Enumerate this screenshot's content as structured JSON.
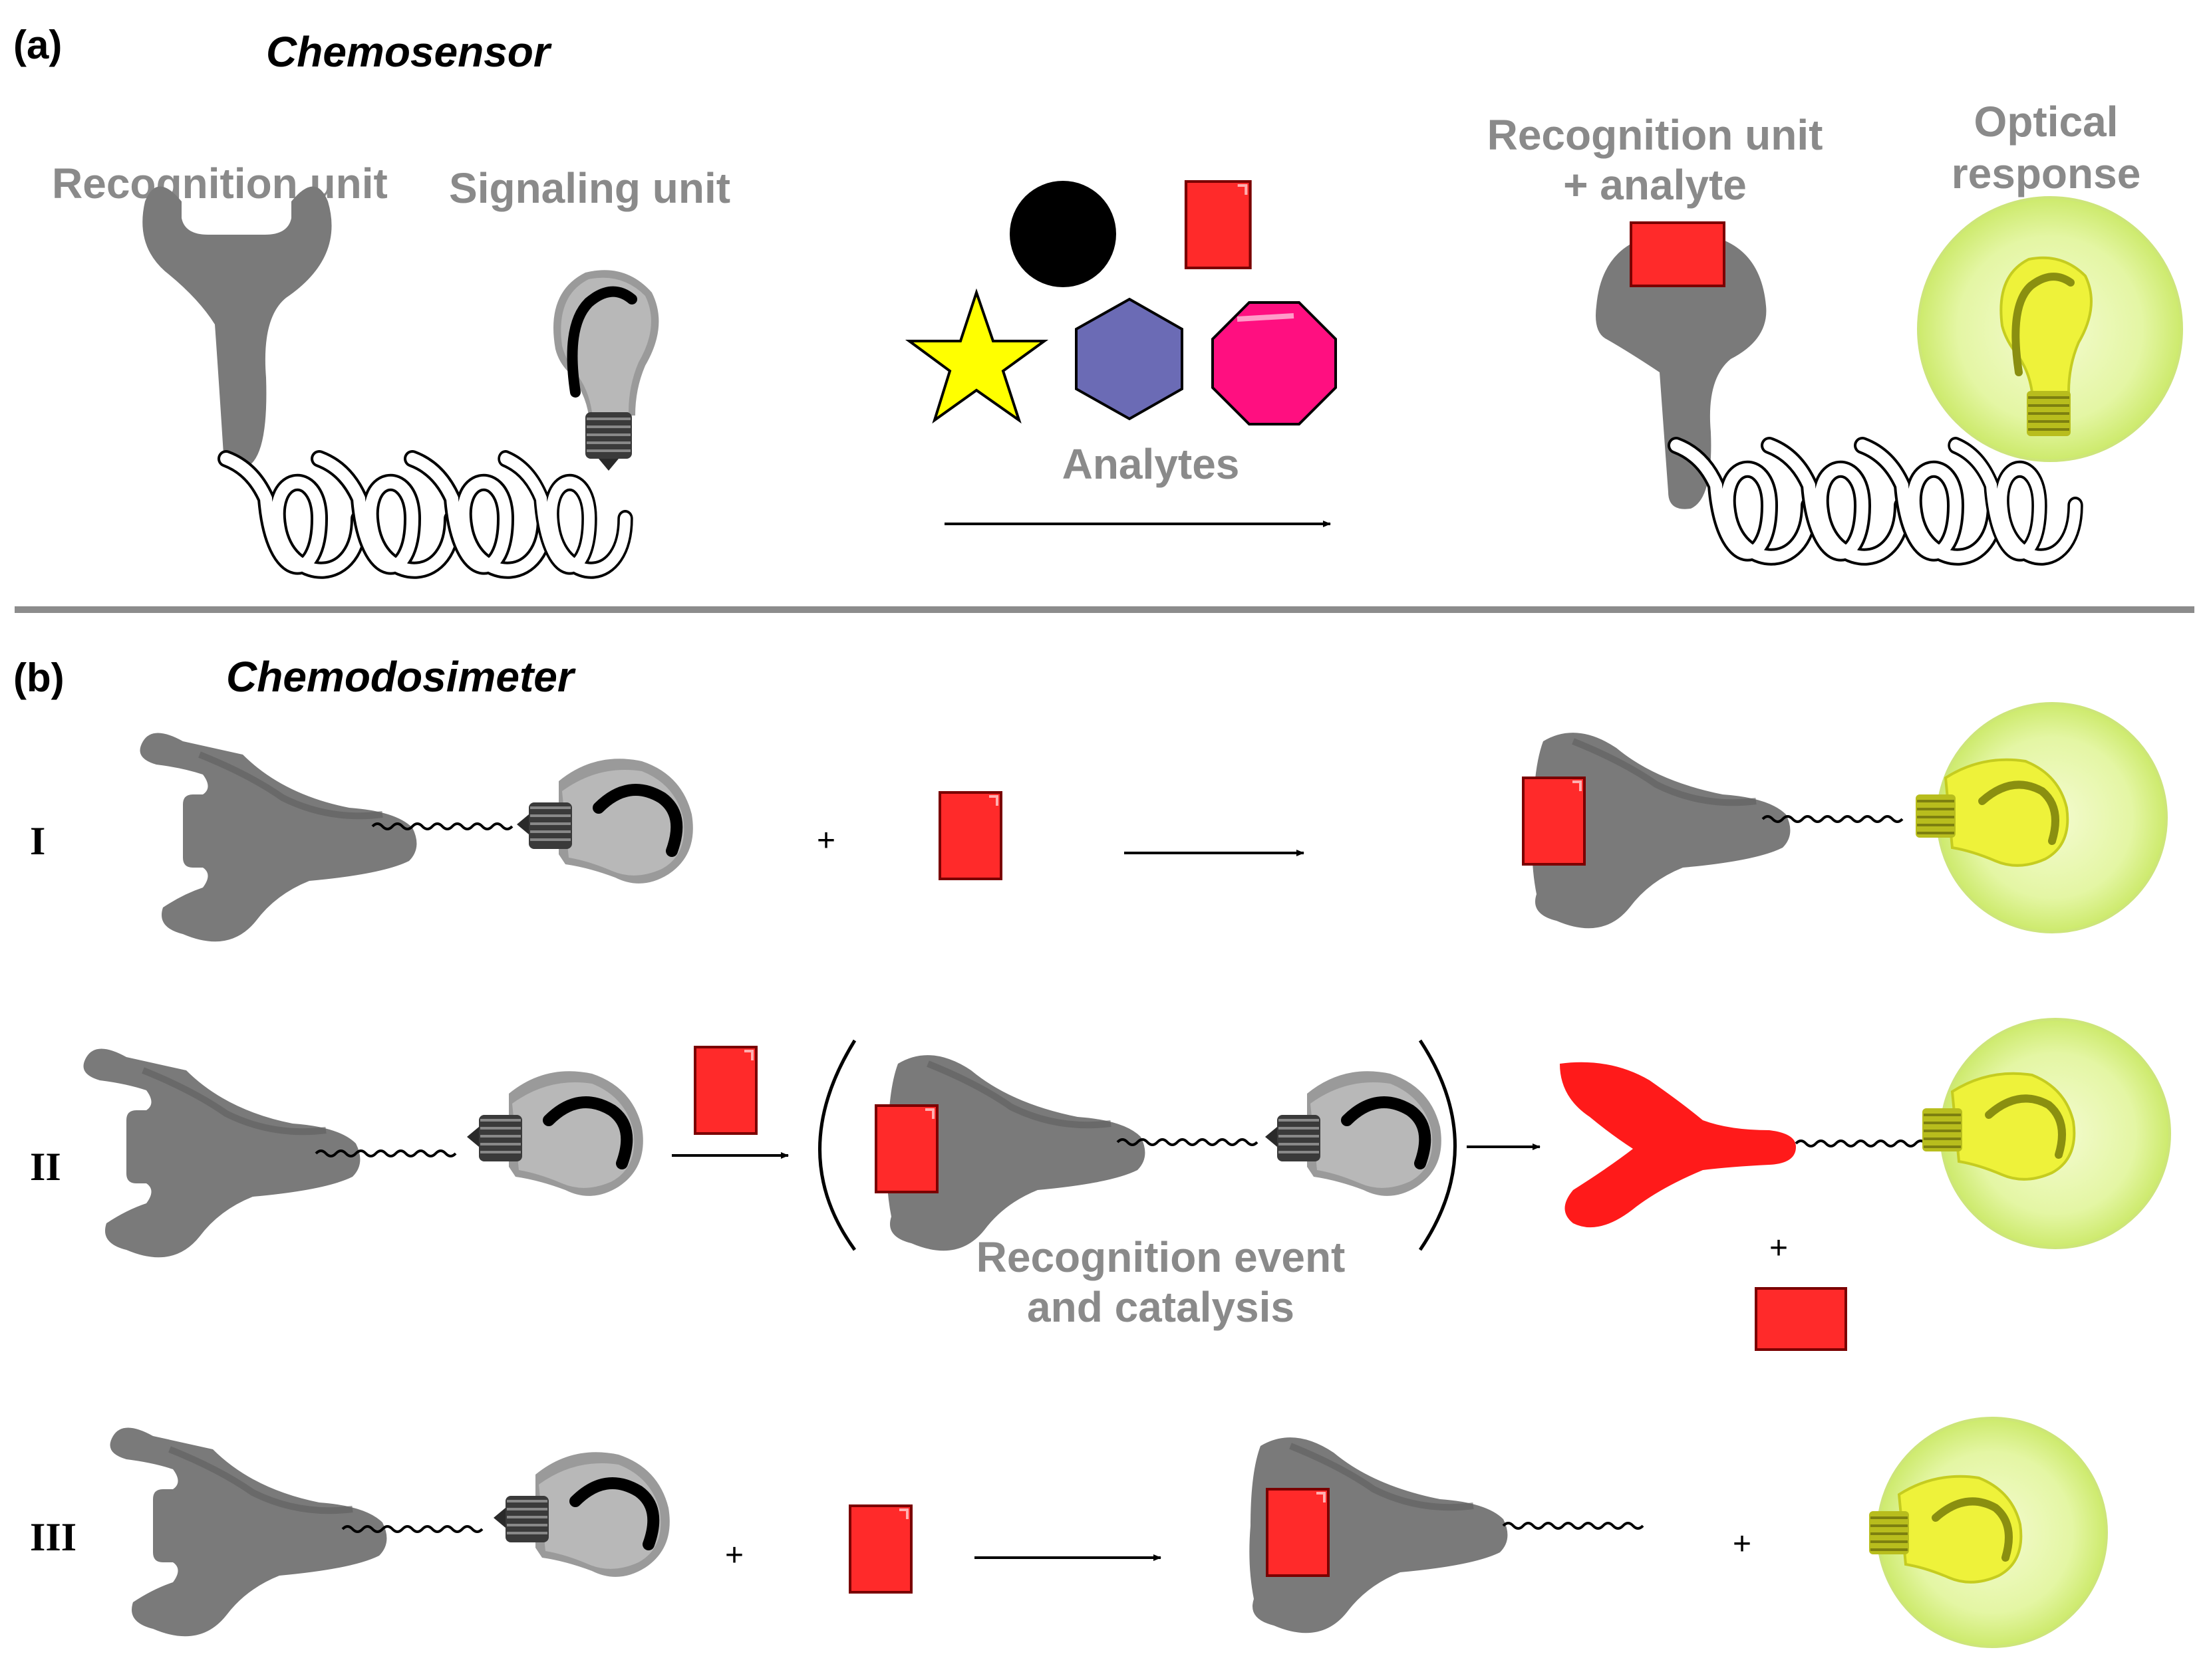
{
  "panel_a": {
    "label": "(a)",
    "title": "Chemosensor",
    "recognition_unit": "Recognition unit",
    "signaling_unit": "Signaling unit",
    "analytes": "Analytes",
    "recognition_plus_analyte_line1": "Recognition unit",
    "recognition_plus_analyte_line2": "+ analyte",
    "optical_response_line1": "Optical",
    "optical_response_line2": "response"
  },
  "panel_b": {
    "label": "(b)",
    "title": "Chemodosimeter",
    "row1": "I",
    "row2": "II",
    "row3": "III",
    "plus": "+",
    "recognition_event_line1": "Recognition event",
    "recognition_event_line2": "and catalysis"
  },
  "colors": {
    "receptor_gray": "#7a7a7a",
    "bulb_gray": "#b8b8b8",
    "analyte_red": "#ff2a2a",
    "glow_green": "#dff59a",
    "bulb_yellow": "#eef23a",
    "star_yellow": "#ffff00",
    "hexagon_blue": "#6b6bb5",
    "octagon_pink": "#ff0f80",
    "divider_gray": "#8c8c8c"
  }
}
